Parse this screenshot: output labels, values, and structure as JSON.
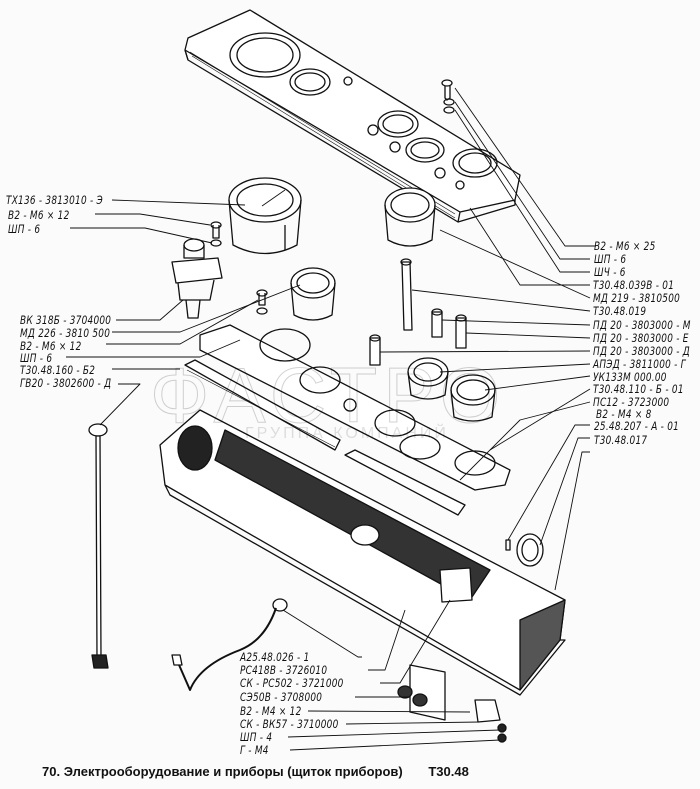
{
  "figure": {
    "number": "70.",
    "title": "Электрооборудование и приборы (щиток приборов)",
    "code": "Т30.48"
  },
  "watermark": {
    "brand": "ФАСТРО",
    "subtitle": "ГРУППА КОМПАНИЙ"
  },
  "labels_left": [
    "ТХ136 - 3813010 - Э",
    "В2 - М6 × 12",
    "ШП - 6",
    "ВК 318Б - 3704000",
    "МД 226 - 3810 500",
    "В2 - М6 × 12",
    "ШП - 6",
    "Т30.48.160 - Б2",
    "ГВ20 - 3802600 - Д"
  ],
  "labels_right": [
    "В2 - М6 × 25",
    "ШП - 6",
    "ШЧ - 6",
    "Т30.48.039В - 01",
    "МД 219 - 3810500",
    "Т30.48.019",
    "ПД 20 - 3803000 - М",
    "ПД 20 - 3803000 - Е",
    "ПД 20 - 3803000 - Д",
    "АПЭД - 3811000 - Г",
    "УК133М 000.00",
    "Т30.48.110 - Б - 01",
    "ПС12 - 3723000",
    "В2 - М4 × 8",
    "25.48.207 - А - 01",
    "Т30.48.017"
  ],
  "labels_bottom": [
    "А25.48.026 - 1",
    "РС418В - 3726010",
    "СК - РС502 - 3721000",
    "СЭ50В - 3708000",
    "В2 - М4 × 12",
    "СК - ВК57 - 3710000",
    "ШП - 4",
    "Г - М4"
  ]
}
